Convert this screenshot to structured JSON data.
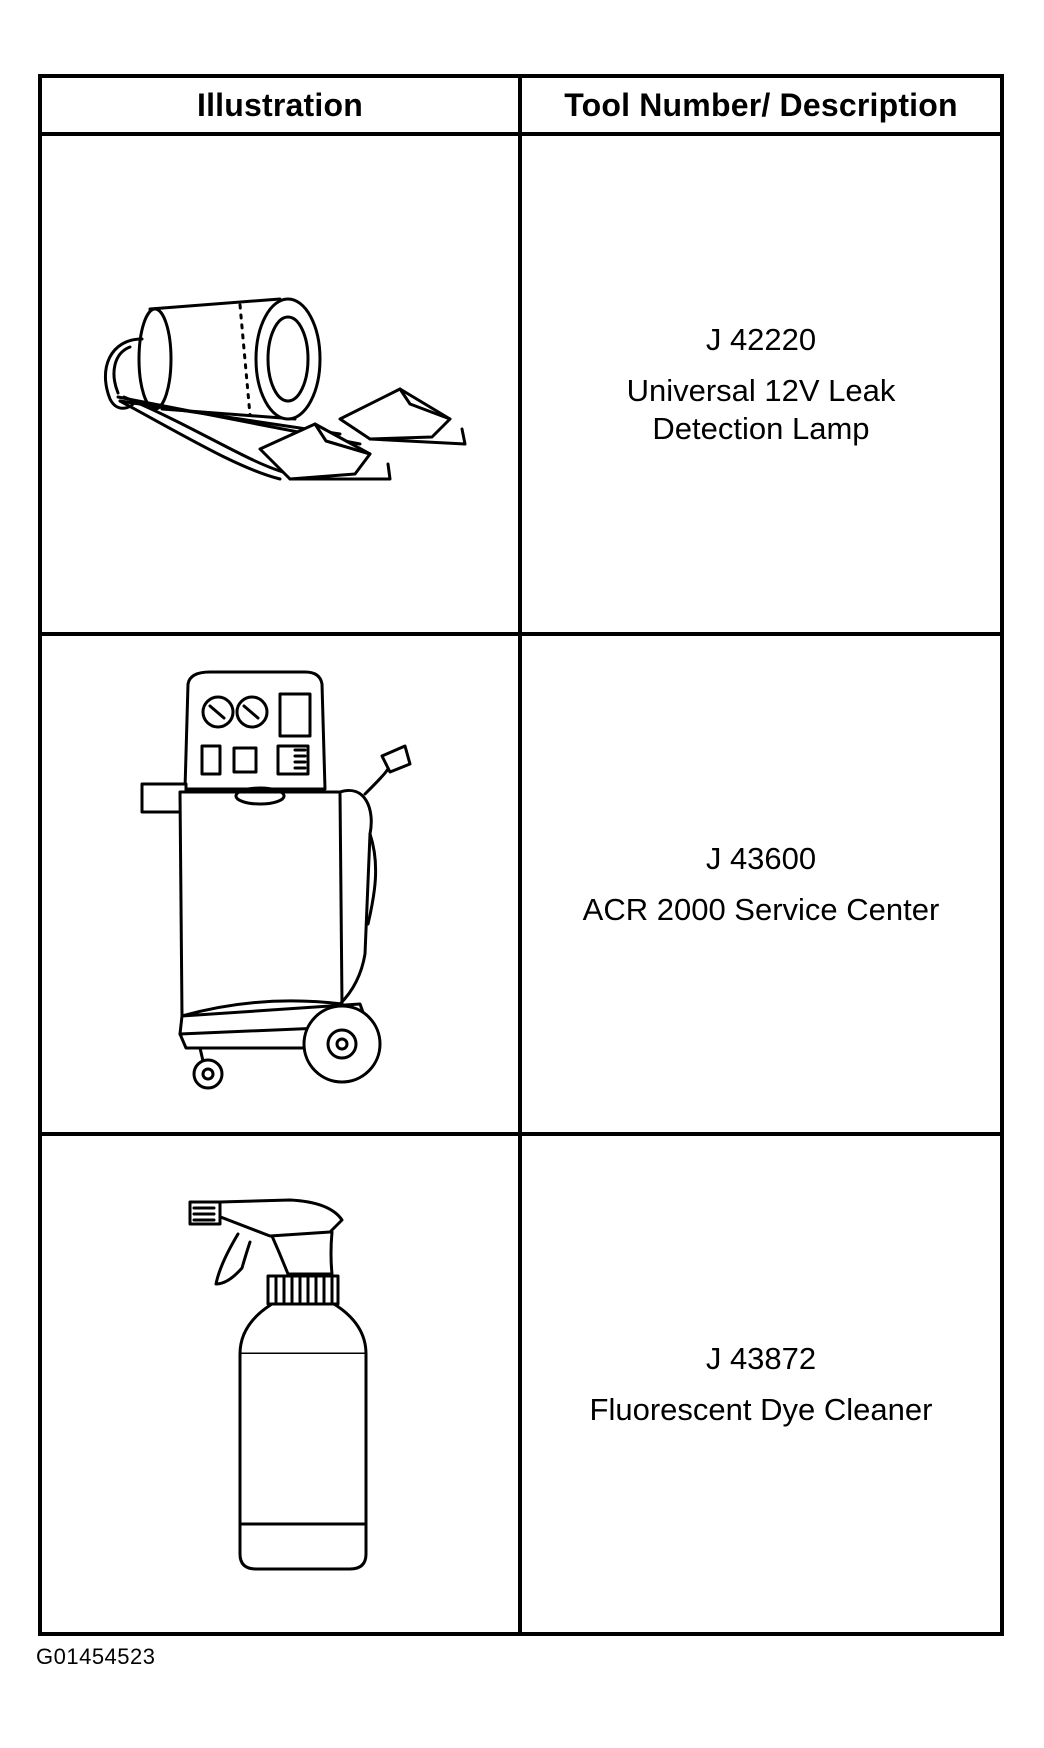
{
  "table": {
    "headers": {
      "illustration": "Illustration",
      "description": "Tool Number/ Description"
    },
    "rows": [
      {
        "tool_number": "J 42220",
        "description": "Universal 12V Leak\nDetection Lamp",
        "icon": "leak-detection-lamp-icon"
      },
      {
        "tool_number": "J 43600",
        "description": "ACR 2000 Service Center",
        "icon": "service-center-icon"
      },
      {
        "tool_number": "J 43872",
        "description": "Fluorescent Dye Cleaner",
        "icon": "spray-bottle-icon"
      }
    ]
  },
  "figure_code": "G01454523"
}
